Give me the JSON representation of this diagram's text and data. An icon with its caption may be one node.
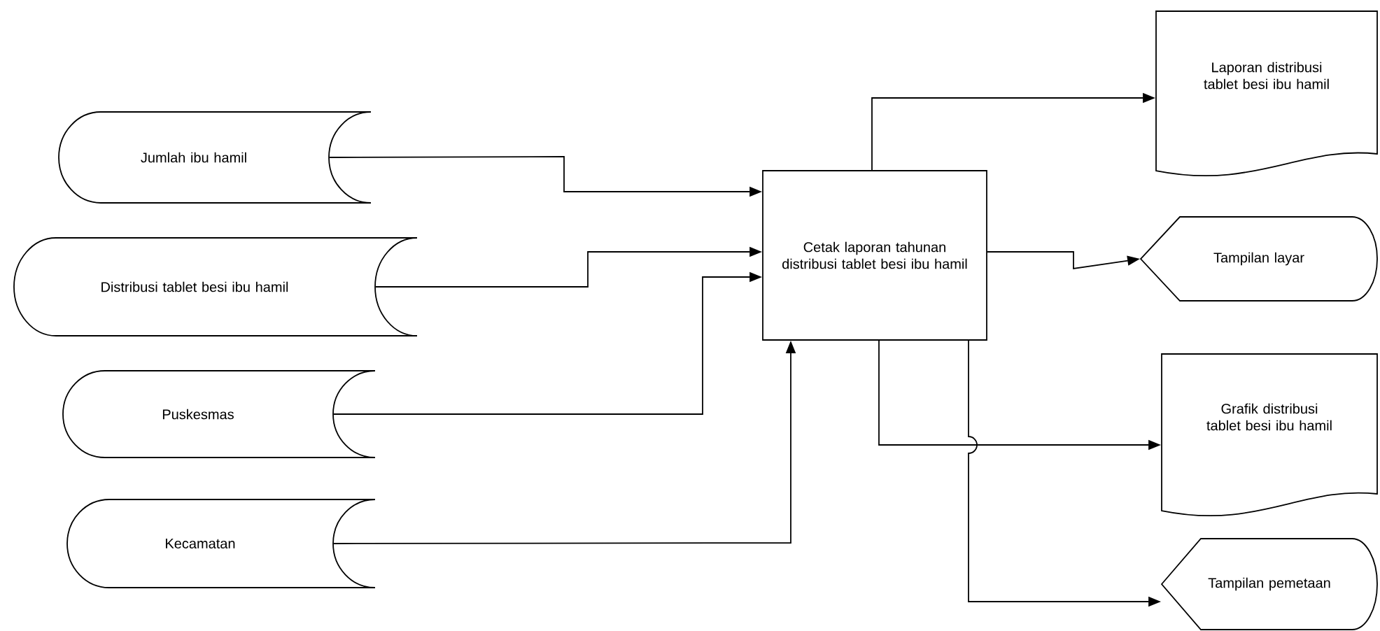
{
  "diagram": {
    "nodes": [
      {
        "text": [
          "Jumlah ibu hamil"
        ]
      },
      {
        "text": [
          "Distribusi tablet besi ibu hamil"
        ]
      },
      {
        "text": [
          "Puskesmas"
        ]
      },
      {
        "text": [
          "Kecamatan"
        ]
      },
      {
        "text": [
          "Cetak laporan tahunan distribusi tablet besi ibu hamil"
        ]
      },
      {
        "text": [
          "Laporan distribusi tablet besi ibu hamil"
        ]
      },
      {
        "text": [
          "Tampilan layar"
        ]
      },
      {
        "text": [
          "Grafik distribusi tablet besi ibu hamil"
        ]
      },
      {
        "text": [
          "Tampilan pemetaan"
        ]
      }
    ],
    "edges": [
      {
        "from": 0,
        "to": 4,
        "arrow": "to"
      },
      {
        "from": 1,
        "to": 4,
        "arrow": "to"
      },
      {
        "from": 2,
        "to": 4,
        "arrow": "to"
      },
      {
        "from": 3,
        "to": 4,
        "arrow": "to"
      },
      {
        "from": 4,
        "to": 5,
        "arrow": "to"
      },
      {
        "from": 4,
        "to": 6,
        "arrow": "to"
      },
      {
        "from": 4,
        "to": 7,
        "arrow": "to"
      },
      {
        "from": 4,
        "to": 8,
        "arrow": "to"
      }
    ]
  }
}
